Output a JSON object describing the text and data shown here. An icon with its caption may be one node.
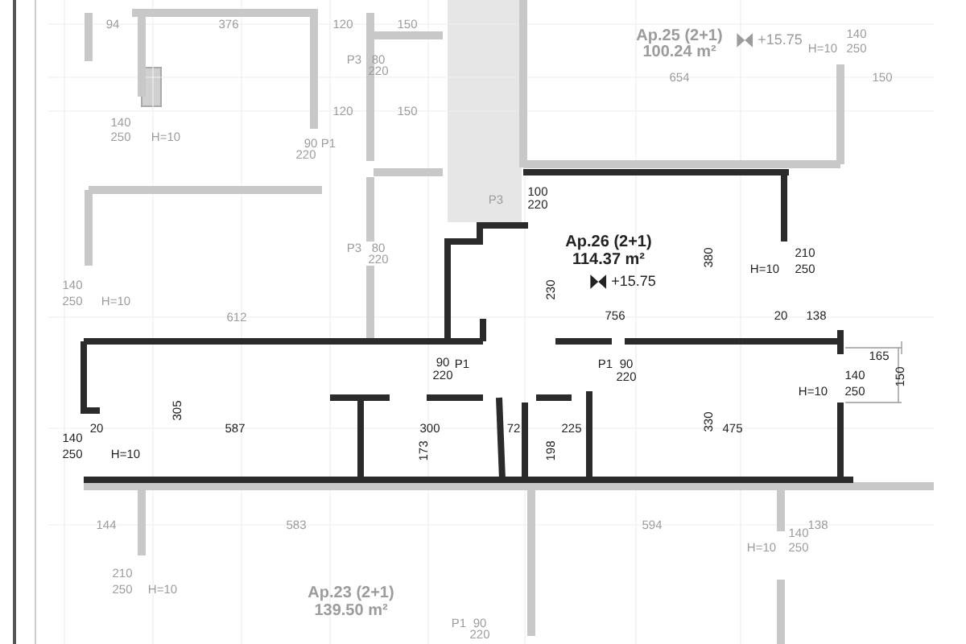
{
  "diagram": {
    "labels": [
      "94",
      "376",
      "120",
      "150",
      "P3",
      "80",
      "220",
      "Ap.25 (2+1)",
      "+15.75",
      "140",
      "100.24 m²",
      "H=10",
      "250",
      "654",
      "150",
      "120",
      "150",
      "140",
      "250",
      "H=10",
      "90",
      "P1",
      "220",
      "100",
      "P3",
      "220",
      "Ap.26 (2+1)",
      "210",
      "380",
      "114.37 m²",
      "H=10",
      "250",
      "+15.75",
      "230",
      "P3",
      "80",
      "220",
      "140",
      "250",
      "H=10",
      "612",
      "756",
      "20",
      "138",
      "165",
      "90",
      "P1",
      "220",
      "P1",
      "90",
      "220",
      "140",
      "150",
      "H=10",
      "250",
      "305",
      "20",
      "587",
      "300",
      "72",
      "225",
      "330",
      "475",
      "140",
      "250",
      "H=10",
      "173",
      "198",
      "144",
      "583",
      "594",
      "138",
      "140",
      "H=10",
      "250",
      "210",
      "250",
      "H=10",
      "Ap.23 (2+1)",
      "139.50 m²",
      "P1",
      "90",
      "220"
    ]
  }
}
